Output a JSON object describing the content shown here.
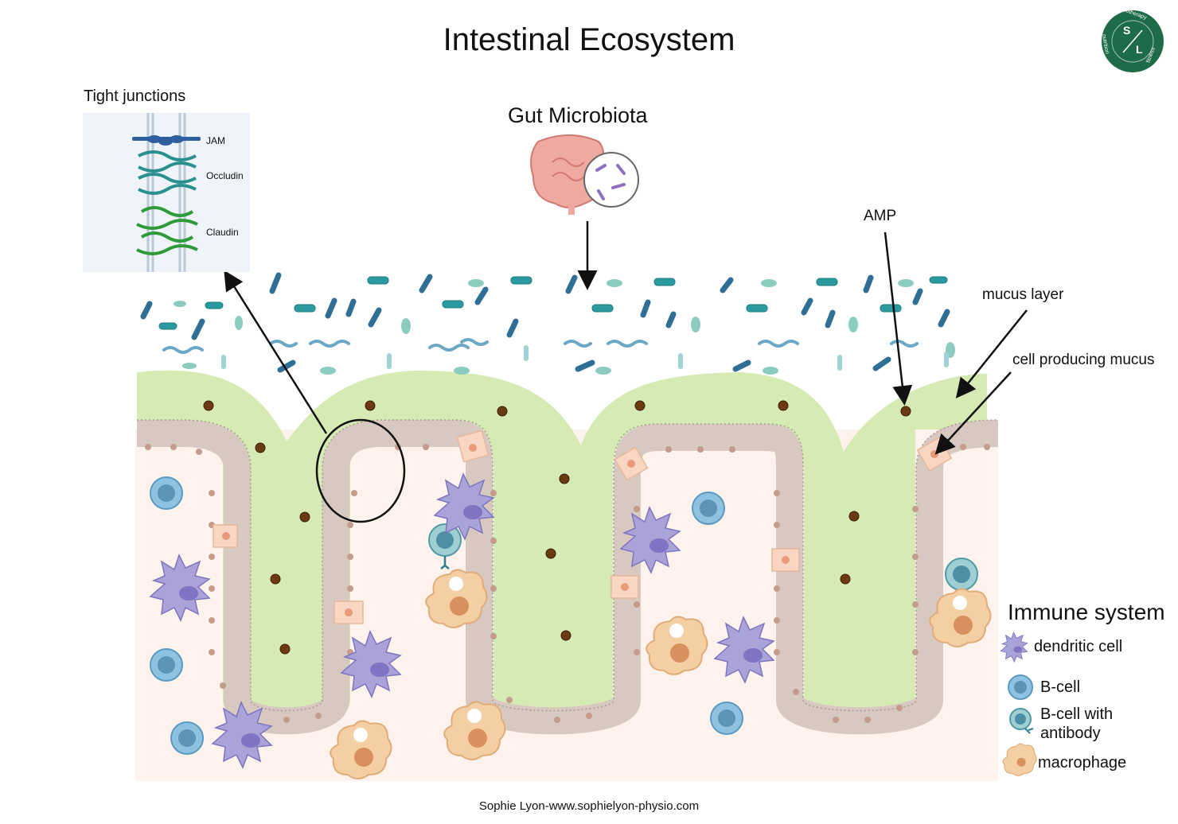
{
  "title": "Intestinal Ecosystem",
  "logo": {
    "letters": [
      "S",
      "L"
    ],
    "ring_words": [
      "physiotherapy",
      "fitness",
      "nutrition"
    ],
    "color": "#1e6b47"
  },
  "tight_junctions": {
    "title": "Tight junctions",
    "proteins": [
      "JAM",
      "Occludin",
      "Claudin"
    ]
  },
  "gut_microbiota": {
    "title": "Gut Microbiota"
  },
  "labels": {
    "amp": "AMP",
    "mucus_layer": "mucus layer",
    "mucus_cell": "cell producing mucus"
  },
  "immune_legend": {
    "title": "Immune system",
    "items": [
      {
        "icon": "dendritic-cell-icon",
        "label": "dendritic cell"
      },
      {
        "icon": "b-cell-icon",
        "label": "B-cell"
      },
      {
        "icon": "b-cell-antibody-icon",
        "label": "B-cell with antibody"
      },
      {
        "icon": "macrophage-icon",
        "label": "macrophage"
      }
    ]
  },
  "footer": "Sophie Lyon-www.sophielyon-physio.com",
  "colors": {
    "mucus": "#d6eab4",
    "tissue": "#fdf3ec",
    "epithelium": "#d8c9c0",
    "goblet": "#f8d6c2",
    "dendritic": "#a9a3d8",
    "b_cell": "#8fc2e0",
    "macrophage": "#f5cfa4",
    "amp": "#6b3a12",
    "bacteria_dark": "#2f6f95",
    "bacteria_teal": "#2a9aa0"
  }
}
